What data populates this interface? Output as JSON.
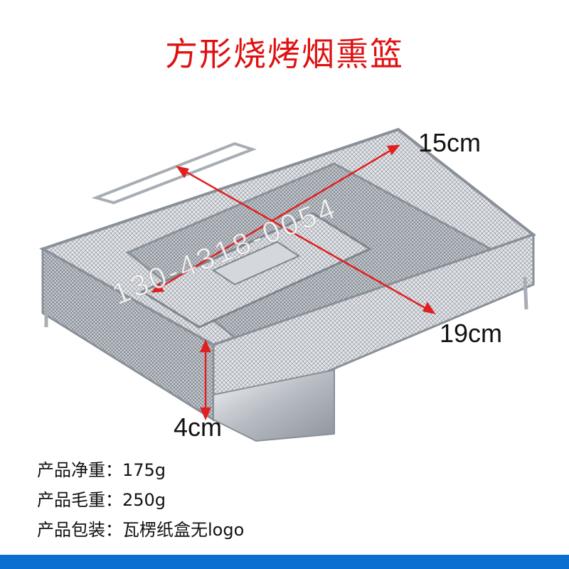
{
  "title": "方形烧烤烟熏篮",
  "dimensions": {
    "width": "15cm",
    "length": "19cm",
    "height": "4cm"
  },
  "watermark": "130-4318-0054",
  "specs": [
    {
      "label": "产品净重：",
      "value": "175g"
    },
    {
      "label": "产品毛重：",
      "value": "250g"
    },
    {
      "label": "产品包装：",
      "value": "瓦楞纸盒无logo"
    }
  ],
  "colors": {
    "title": "#e01010",
    "arrow": "#e02020",
    "bottom_bar": "#0a6fd1",
    "metal": "#b8bcc2"
  }
}
